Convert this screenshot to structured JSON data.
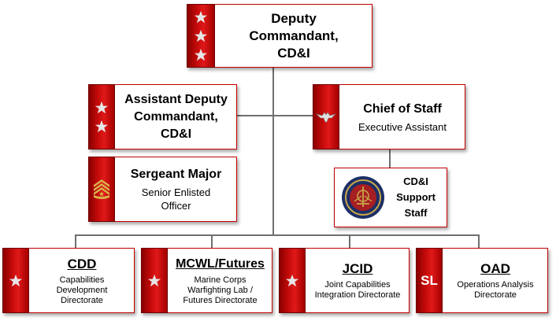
{
  "top": {
    "lines": [
      "Deputy",
      "Commandant,",
      "CD&I"
    ]
  },
  "adc": {
    "lines": [
      "Assistant Deputy",
      "Commandant,",
      "CD&I"
    ]
  },
  "cos": {
    "title": "Chief of Staff",
    "subtitle": "Executive Assistant"
  },
  "sgtmaj": {
    "title": "Sergeant Major",
    "lines": [
      "Senior Enlisted",
      "Officer"
    ]
  },
  "support": {
    "lines": [
      "CD&I",
      "Support",
      "Staff"
    ]
  },
  "cdd": {
    "title": "CDD",
    "lines": [
      "Capabilities",
      "Development",
      "Directorate"
    ]
  },
  "mcwl": {
    "title": "MCWL/Futures",
    "lines": [
      "Marine Corps",
      "Warfighting Lab /",
      "Futures Directorate"
    ]
  },
  "jcid": {
    "title": "JCID",
    "lines": [
      "Joint Capabilities",
      "Integration Directorate"
    ]
  },
  "oad": {
    "title": "OAD",
    "tab_label": "SL",
    "lines": [
      "Operations Analysis",
      "Directorate"
    ]
  },
  "colors": {
    "tab_red": "#c40a0a",
    "border": "#c00000",
    "connector": "#6f6f6f"
  },
  "icons": {
    "top": "three-star-icon",
    "adc": "two-star-icon",
    "cos": "colonel-eagle-icon",
    "sgtmaj": "sergeant-major-chevron-icon",
    "support": "marine-corps-seal",
    "cdd": "one-star-icon",
    "mcwl": "one-star-icon",
    "jcid": "one-star-icon"
  }
}
